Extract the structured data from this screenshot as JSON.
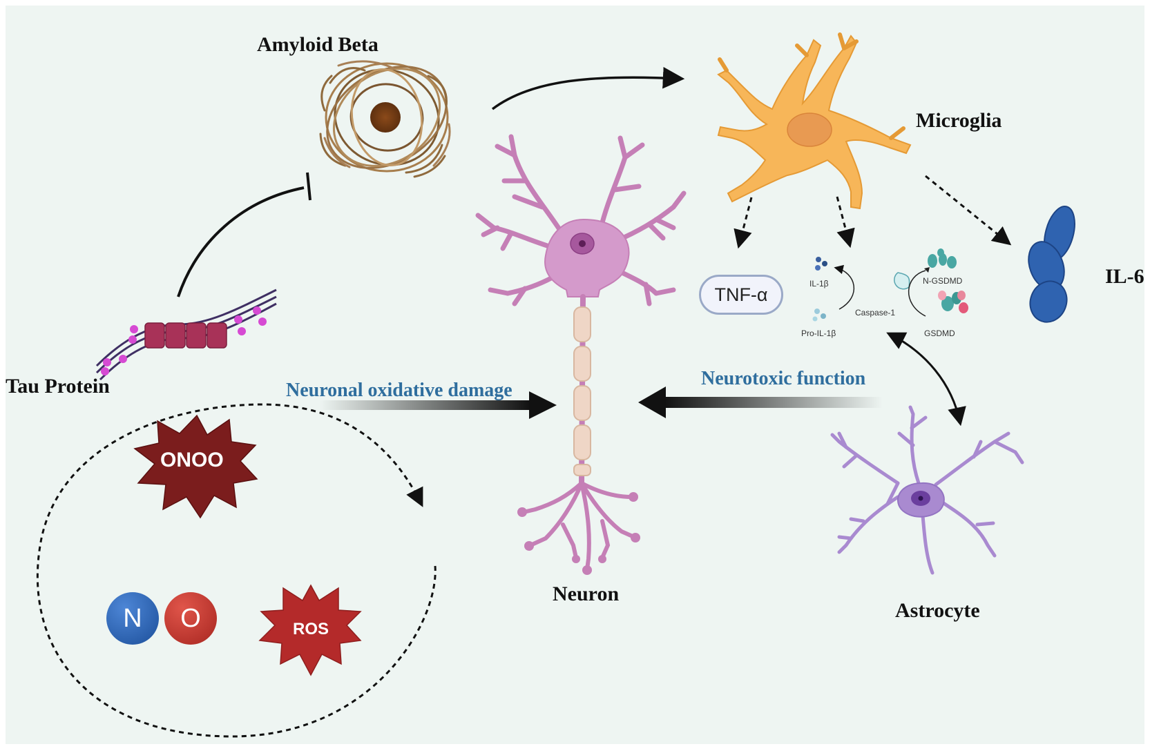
{
  "labels": {
    "amyloid_beta": "Amyloid Beta",
    "microglia": "Microglia",
    "tau_protein": "Tau Protein",
    "il6": "IL-6",
    "tnf_alpha": "TNF-α",
    "il1b": "IL-1β",
    "pro_il1b": "Pro-IL-1β",
    "caspase1": "Caspase-1",
    "n_gsdmd": "N-GSDMD",
    "gsdmd": "GSDMD",
    "neuronal_oxidative_damage": "Neuronal oxidative damage",
    "neurotoxic_function": "Neurotoxic function",
    "neuron": "Neuron",
    "astrocyte": "Astrocyte",
    "onoo": "ONOO",
    "ros": "ROS",
    "nitrogen": "N",
    "oxygen": "O"
  },
  "colors": {
    "background": "#eef5f2",
    "microglia": "#f7b659",
    "neuron": "#c57fb6",
    "astrocyte": "#a98ad0",
    "il6": "#2f63b0",
    "amyloid": "#8a6235",
    "onoo": "#7b1d1d",
    "ros": "#b42a2a",
    "label_blue": "#2f6e9e"
  }
}
